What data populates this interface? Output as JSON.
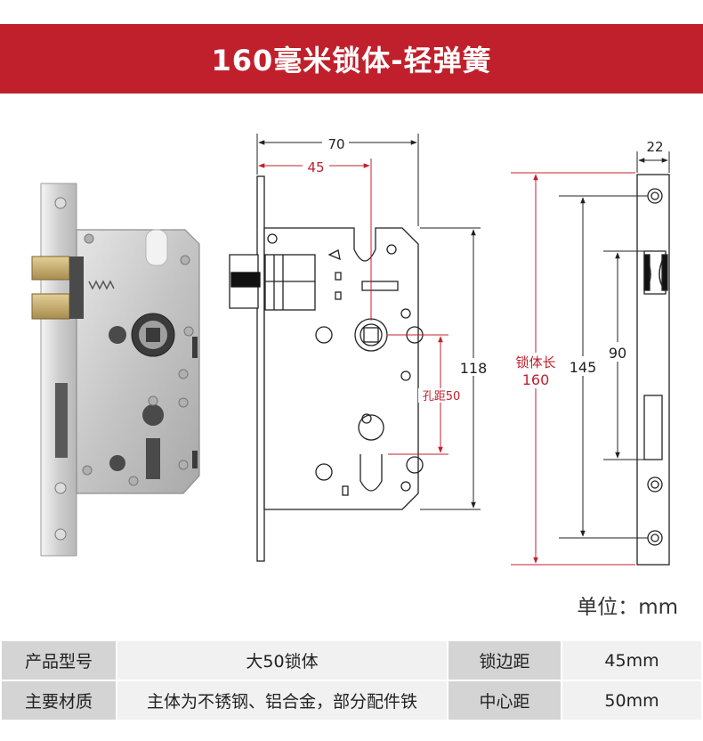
{
  "header": {
    "title": "160毫米锁体-轻弹簧"
  },
  "colors": {
    "banner": "#c0202c",
    "dimension_red": "#c0202c",
    "line": "#222222"
  },
  "drawing": {
    "dims": {
      "width_total": "70",
      "backset": "45",
      "height_body": "118",
      "hole_distance": "孔距50",
      "lock_length_label": "锁体长",
      "lock_length_value": "160",
      "screw_spacing": "145",
      "latch_spacing": "90",
      "faceplate_width": "22"
    }
  },
  "unit_label": "单位：mm",
  "specs": {
    "row1": {
      "label1": "产品型号",
      "value1": "大50锁体",
      "label2": "锁边距",
      "value2": "45mm"
    },
    "row2": {
      "label1": "主要材质",
      "value1": "主体为不锈钢、铝合金，部分配件铁",
      "label2": "中心距",
      "value2": "50mm"
    }
  }
}
